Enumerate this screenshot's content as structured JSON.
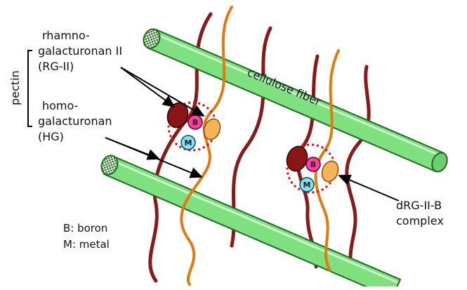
{
  "labels": {
    "pectin": "pectin",
    "rg2": [
      "rhamno-",
      "galacturonan II",
      "(RG-II)"
    ],
    "hg": [
      "homo-",
      "galacturonan",
      "(HG)"
    ],
    "cellulose": "cellulose fiber",
    "complex": [
      "dRG-II-B",
      "complex"
    ],
    "legend": [
      "B: boron",
      "M: metal"
    ]
  },
  "node_letters": {
    "boron": "B",
    "metal": "M"
  },
  "colors": {
    "fiber": "#7ee07e",
    "fiber_stroke": "#1f6b1f",
    "fiber_highlight": "#c9f5c9",
    "hg_strand": "#e07b12",
    "rg_strand": "#8a1a1a",
    "boron_fill": "#ff3fa0",
    "metal_fill": "#7fe3f2",
    "dark_lobe": "#8b1414",
    "light_lobe": "#f5b35a",
    "dotted_ring": "#e01010",
    "arrow": "#000000"
  }
}
